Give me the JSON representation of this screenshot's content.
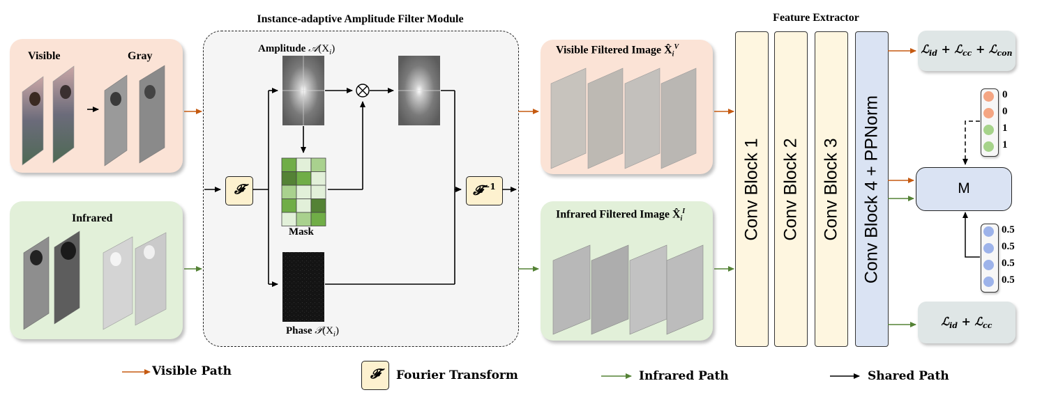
{
  "module": {
    "title": "Instance-adaptive Amplitude Filter Module"
  },
  "extractor": {
    "title": "Feature Extractor"
  },
  "visible_panel": {
    "label_visible": "Visible",
    "label_gray": "Gray"
  },
  "infrared_panel": {
    "label": "Infrared"
  },
  "amplitude": {
    "label_prefix": "Amplitude ",
    "symbol": "𝒜",
    "arg": "(X",
    "sub": "i",
    "close": ")"
  },
  "phase": {
    "label_prefix": "Phase ",
    "symbol": "𝒫",
    "arg": "(X",
    "sub": "i",
    "close": ")"
  },
  "mask": {
    "label": "Mask"
  },
  "fourier": {
    "symbol": "𝓕",
    "inverse_symbol": "𝓕",
    "inverse_sup": "−1"
  },
  "vis_filtered": {
    "title": "Visible Filtered Image ",
    "sym": "X̂",
    "sup": "V",
    "sub": "i"
  },
  "ir_filtered": {
    "title": "Infrared Filtered Image ",
    "sym": "X̂",
    "sup": "I",
    "sub": "i"
  },
  "blocks": [
    "Conv Block 1",
    "Conv Block 2",
    "Conv Block 3",
    "Conv Block 4 + PPNorm"
  ],
  "loss_top": [
    "ℒ",
    "id",
    " + ",
    "ℒ",
    "cc",
    " + ",
    "ℒ",
    "con"
  ],
  "loss_bottom": [
    "ℒ",
    "id",
    " + ",
    "ℒ",
    "cc"
  ],
  "m_box": {
    "label": "M"
  },
  "vector_top": {
    "values": [
      "0",
      "0",
      "1",
      "1"
    ],
    "colors": [
      "#f4a582",
      "#f4a582",
      "#a6d38a",
      "#a6d38a"
    ]
  },
  "vector_bottom": {
    "values": [
      "0.5",
      "0.5",
      "0.5",
      "0.5"
    ],
    "colors": [
      "#9db3ea",
      "#9db3ea",
      "#9db3ea",
      "#9db3ea"
    ]
  },
  "legend": {
    "visible_path": "Visible  Path",
    "fourier": "Fourier Transform",
    "infrared_path": "Infrared  Path",
    "shared_path": "Shared  Path"
  },
  "colors": {
    "visible": "#c55a11",
    "infrared": "#548235",
    "shared": "#000000"
  }
}
